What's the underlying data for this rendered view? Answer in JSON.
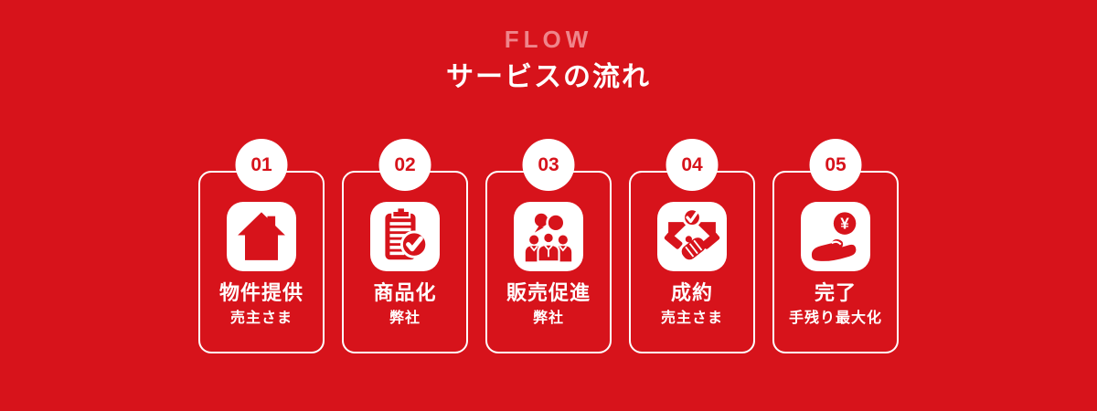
{
  "header": {
    "eyebrow": "FLOW",
    "title": "サービスの流れ"
  },
  "steps": [
    {
      "number": "01",
      "icon": "house-icon",
      "label": "物件提供",
      "sublabel": "売主さま"
    },
    {
      "number": "02",
      "icon": "clipboard-check-icon",
      "label": "商品化",
      "sublabel": "弊社"
    },
    {
      "number": "03",
      "icon": "people-group-icon",
      "label": "販売促進",
      "sublabel": "弊社"
    },
    {
      "number": "04",
      "icon": "handshake-envelope-icon",
      "label": "成約",
      "sublabel": "売主さま"
    },
    {
      "number": "05",
      "icon": "hand-coin-icon",
      "label": "完了",
      "sublabel": "手残り最大化",
      "coin_symbol": "¥"
    }
  ],
  "colors": {
    "background_red": "#d7131b",
    "eyebrow_pink": "#ef858b",
    "white": "#ffffff"
  }
}
